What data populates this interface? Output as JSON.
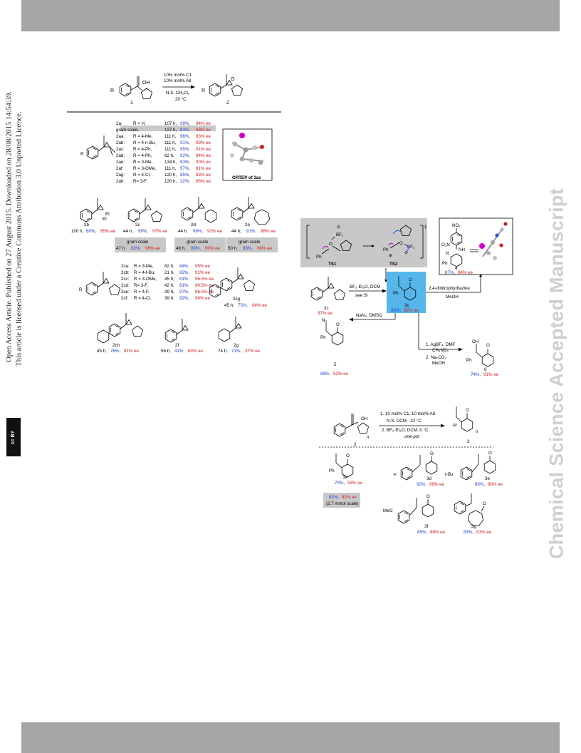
{
  "sidebar": {
    "line1": "Open Access Article. Published on 27 August 2015. Downloaded on 28/08/2015 14:54:39.",
    "line2": "This article is licensed under a Creative Commons Attribution 3.0 Unported Licence.",
    "cc_badge": "cc BY"
  },
  "watermark": "Chemical Science Accepted Manuscript",
  "scheme1": {
    "cond1": "10% mol% C1",
    "cond2": "10% mol% A8",
    "cond3": "N.S. CH₂Cl₂",
    "cond4": "20 °C",
    "sm": "1",
    "prod": "2",
    "sm_r": "R",
    "sm_oh": "OH",
    "prod_r": "R",
    "prod_o": "O"
  },
  "table1": [
    {
      "label": "2a:",
      "r": "R = H,",
      "time": "107 h,",
      "yield": "99%,",
      "ee": "94% ee"
    },
    {
      "label": "gram scale,",
      "r": "",
      "time": "127 h,",
      "yield": "83%,",
      "ee": "93% ee"
    },
    {
      "label": "2aa:",
      "r": "R = 4-Me,",
      "time": "111 h,",
      "yield": "96%,",
      "ee": "93% ee"
    },
    {
      "label": "2ab:",
      "r": "R = 4-n-Bu,",
      "time": "111 h,",
      "yield": "91%,",
      "ee": "93% ee"
    },
    {
      "label": "2ac:",
      "r": "R = 4-Ph,",
      "time": "111 h,",
      "yield": "95%,",
      "ee": "91% ee"
    },
    {
      "label": "2ad:",
      "r": "R = 4-Ph,",
      "time": "62 h,",
      "yield": "92%,",
      "ee": "94% ee"
    },
    {
      "label": "2ae:",
      "r": "R = 3-Me,",
      "time": "134 h,",
      "yield": "83%,",
      "ee": "90% ee"
    },
    {
      "label": "2af:",
      "r": "R = 3-OMe,",
      "time": "111 h,",
      "yield": "57%,",
      "ee": "91% ee"
    },
    {
      "label": "2ag:",
      "r": "R = 4-Cl,",
      "time": "120 h,",
      "yield": "85%,",
      "ee": "93% ee"
    },
    {
      "label": "2ah:",
      "r": "R= 3-F,",
      "time": "120 h,",
      "yield": "32%,",
      "ee": "86% ee"
    }
  ],
  "ortep": "ORTEP of 2ac",
  "row1": [
    {
      "id": "2b",
      "time": "100 h,",
      "yield": "60%,",
      "ee": "95% ee"
    },
    {
      "id": "2c",
      "time": "44 h,",
      "yield": "99%,",
      "ee": "97% ee"
    },
    {
      "id": "2d",
      "time": "44 h,",
      "yield": "98%,",
      "ee": "92% ee"
    },
    {
      "id": "2e",
      "time": "44 h,",
      "yield": "91%,",
      "ee": "98% ee"
    }
  ],
  "grams": [
    {
      "title": "gram scale",
      "time": "47 h,",
      "yield": "92%,",
      "ee": "96% ee"
    },
    {
      "title": "gram scale",
      "time": "48 h,",
      "yield": "80%,",
      "ee": "90% ee"
    },
    {
      "title": "gram scale",
      "time": "50 h,",
      "yield": "83%,",
      "ee": "98% ee"
    }
  ],
  "table2": [
    {
      "label": "2ca:",
      "r": "R = 3-Me,",
      "time": "82 h,",
      "yield": "84%,",
      "ee": "95% ee"
    },
    {
      "label": "2cb:",
      "r": "R = 4-t-Bu,",
      "time": "21 h,",
      "yield": "82%,",
      "ee": "92% ee"
    },
    {
      "label": "2cc:",
      "r": "R = 3-OMe,",
      "time": "45 h,",
      "yield": "81%,",
      "ee": "96.5% ee"
    },
    {
      "label": "2cd:",
      "r": "R= 3-F,",
      "time": "42 h,",
      "yield": "81%,",
      "ee": "96.5% ee"
    },
    {
      "label": "2ce:",
      "r": "R = 4-F,",
      "time": "39 h,",
      "yield": "97%,",
      "ee": "96.5% ee"
    },
    {
      "label": "2cf:",
      "r": "R = 4-Cl,",
      "time": "39 h,",
      "yield": "92%,",
      "ee": "98% ee"
    }
  ],
  "cg": {
    "id": "2cg",
    "time": "45 h,",
    "yield": "75%,",
    "ee": "94% ee"
  },
  "row3": [
    {
      "id": "2ch",
      "time": "45 h,",
      "yield": "76%,",
      "ee": "91% ee"
    },
    {
      "id": "2f",
      "time": "56 h,",
      "yield": "41%,",
      "ee": "63% ee"
    },
    {
      "id": "2g",
      "time": "74 h,",
      "yield": "71%,",
      "ee": "37% ee"
    }
  ],
  "mech": {
    "ts1": "TS1",
    "ts2": "TS2",
    "bf3": "BF₃",
    "ph": "Ph",
    "dagger": "‡",
    "minus": "⊖",
    "plus": "⊕",
    "o": "O"
  },
  "scheme2": {
    "sm_id": "2c",
    "sm_ee": "97% ee",
    "cond_top": "BF₃·Et₂O, DCM",
    "cond_bot": "see SI",
    "prod_id": "3c",
    "prod_yield": "93%,",
    "prod_ee": "92% ee",
    "prod_o": "O",
    "prod_ph": "Ph",
    "hyd_top": "2,4-dinitrophydrazine",
    "hyd_bot": "MeOH",
    "h_no2": "NO₂",
    "h_o2n": "O₂N",
    "h_nh": "NH",
    "h_n": "N",
    "h_ph": "Ph",
    "h_id": "4",
    "h_yield": "87%,",
    "h_ee": "94% ee",
    "az_cond": "NaN₃, DMSO",
    "az_n3": "N₃",
    "az_ph": "Ph",
    "az_o": "O",
    "az_id": "5",
    "az_yield": "89%,",
    "az_ee": "92% ee",
    "ox1": "1. AgBF₄, DMF",
    "ox2": "CH₃NO₂",
    "ox3": "2. Na₂CO₃",
    "ox4": "MeOH",
    "ox_oh": "OH",
    "ox_o": "O",
    "ox_ph": "Ph",
    "ox_id": "6",
    "ox_yield": "74%,",
    "ox_ee": "91% ee"
  },
  "scheme3": {
    "sm": "2",
    "sm_oh": "OH",
    "n_sm": "n",
    "prod": "3",
    "prod_o": "O",
    "ar": "Ar",
    "n_prod": "n",
    "c1": "1. 10 mol% C1, 10 mol% A8",
    "c2": "N.S. DCM, -22 °C",
    "c3": "2. BF₃·Et₂O, DCM, 0 °C",
    "c4": "one-pot"
  },
  "products3": [
    {
      "id": "3a",
      "yield": "79%,",
      "ee": "93% ee"
    },
    {
      "id": "3d",
      "yield": "92%,",
      "ee": "89% ee"
    },
    {
      "id": "3e",
      "yield": "85%,",
      "ee": "86% ee"
    },
    {
      "id": "3f",
      "yield": "85%,",
      "ee": "88% ee"
    },
    {
      "id": "3g",
      "yield": "83%,",
      "ee": "91% ee"
    }
  ],
  "p3_labels": {
    "ph": "Ph",
    "f": "F",
    "tbu": "t-Bu",
    "meo": "MeO",
    "o": "O"
  },
  "scale_box": {
    "yield": "82%,",
    "ee": "92% ee",
    "note": "(2.7 mmol scale)"
  },
  "colors": {
    "band": "#a6a6a6",
    "yield": "#1f3fd6",
    "ee": "#d81818",
    "highlight": "#56b6ea",
    "gray_box": "#c8c8c8",
    "atom_i": "#d000d0"
  }
}
